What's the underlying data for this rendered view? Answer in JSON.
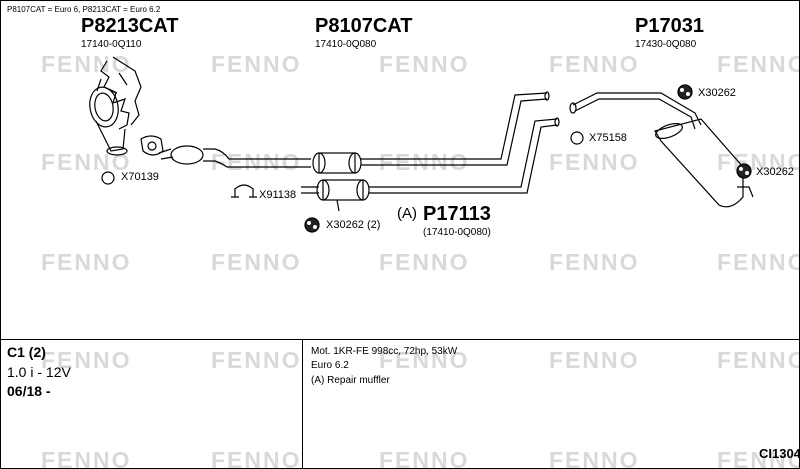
{
  "watermark": "FENNO",
  "header_note": "P8107CAT = Euro 6, P8213CAT = Euro 6.2",
  "parts": {
    "p8213cat": {
      "number": "P8213CAT",
      "oe": "17140-0Q110"
    },
    "p8107cat": {
      "number": "P8107CAT",
      "oe": "17410-0Q080"
    },
    "p17031": {
      "number": "P17031",
      "oe": "17430-0Q080"
    },
    "p17113": {
      "prefix": "(A)",
      "number": "P17113",
      "oe": "(17410-0Q080)"
    }
  },
  "accessories": {
    "x70139": "X70139",
    "x91138": "X91138",
    "x30262_2": "X30262 (2)",
    "x75158": "X75158",
    "x30262_top": "X30262",
    "x30262_right": "X30262"
  },
  "vehicle": {
    "model": "C1 (2)",
    "engine": "1.0 i - 12V",
    "date": "06/18 -"
  },
  "details": {
    "motor": "Mot. 1KR-FE 998cc, 72hp, 53kW",
    "emission": "Euro 6.2",
    "note": "(A) Repair muffler"
  },
  "diagram_code": "CI1304"
}
